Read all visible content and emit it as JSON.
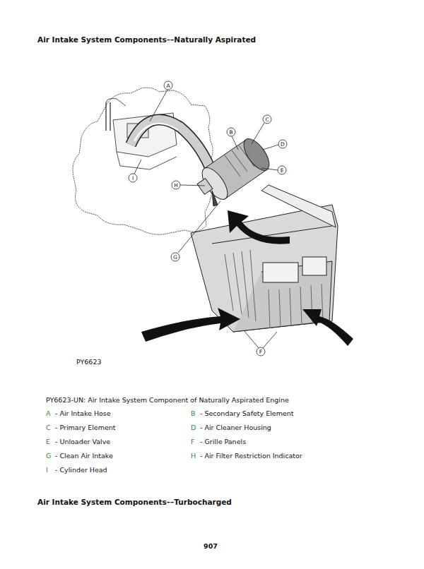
{
  "diagram": {
    "title": "Air Intake System Components––Naturally Aspirated",
    "caption": "PY6623-UN: Air Intake System Component of Naturally Aspirated Engine",
    "labels": [
      "A",
      "B",
      "C",
      "D",
      "E",
      "H",
      "I",
      "G",
      "F",
      "PY6623",
      "A",
      "- Air Intake Hose",
      "B",
      "- Secondary Safety Element",
      "C",
      "- Primary Element",
      "D",
      "- Air Cleaner Housing",
      "E",
      "- Unloader Valve",
      "F",
      "- Grille Panels",
      "G",
      "- Clean Air Intake",
      "H",
      "- Air Filter Restriction Indicator",
      "I",
      "- Cylinder Head",
      "Air Intake System Components––Turbocharged",
      "907"
    ]
  }
}
